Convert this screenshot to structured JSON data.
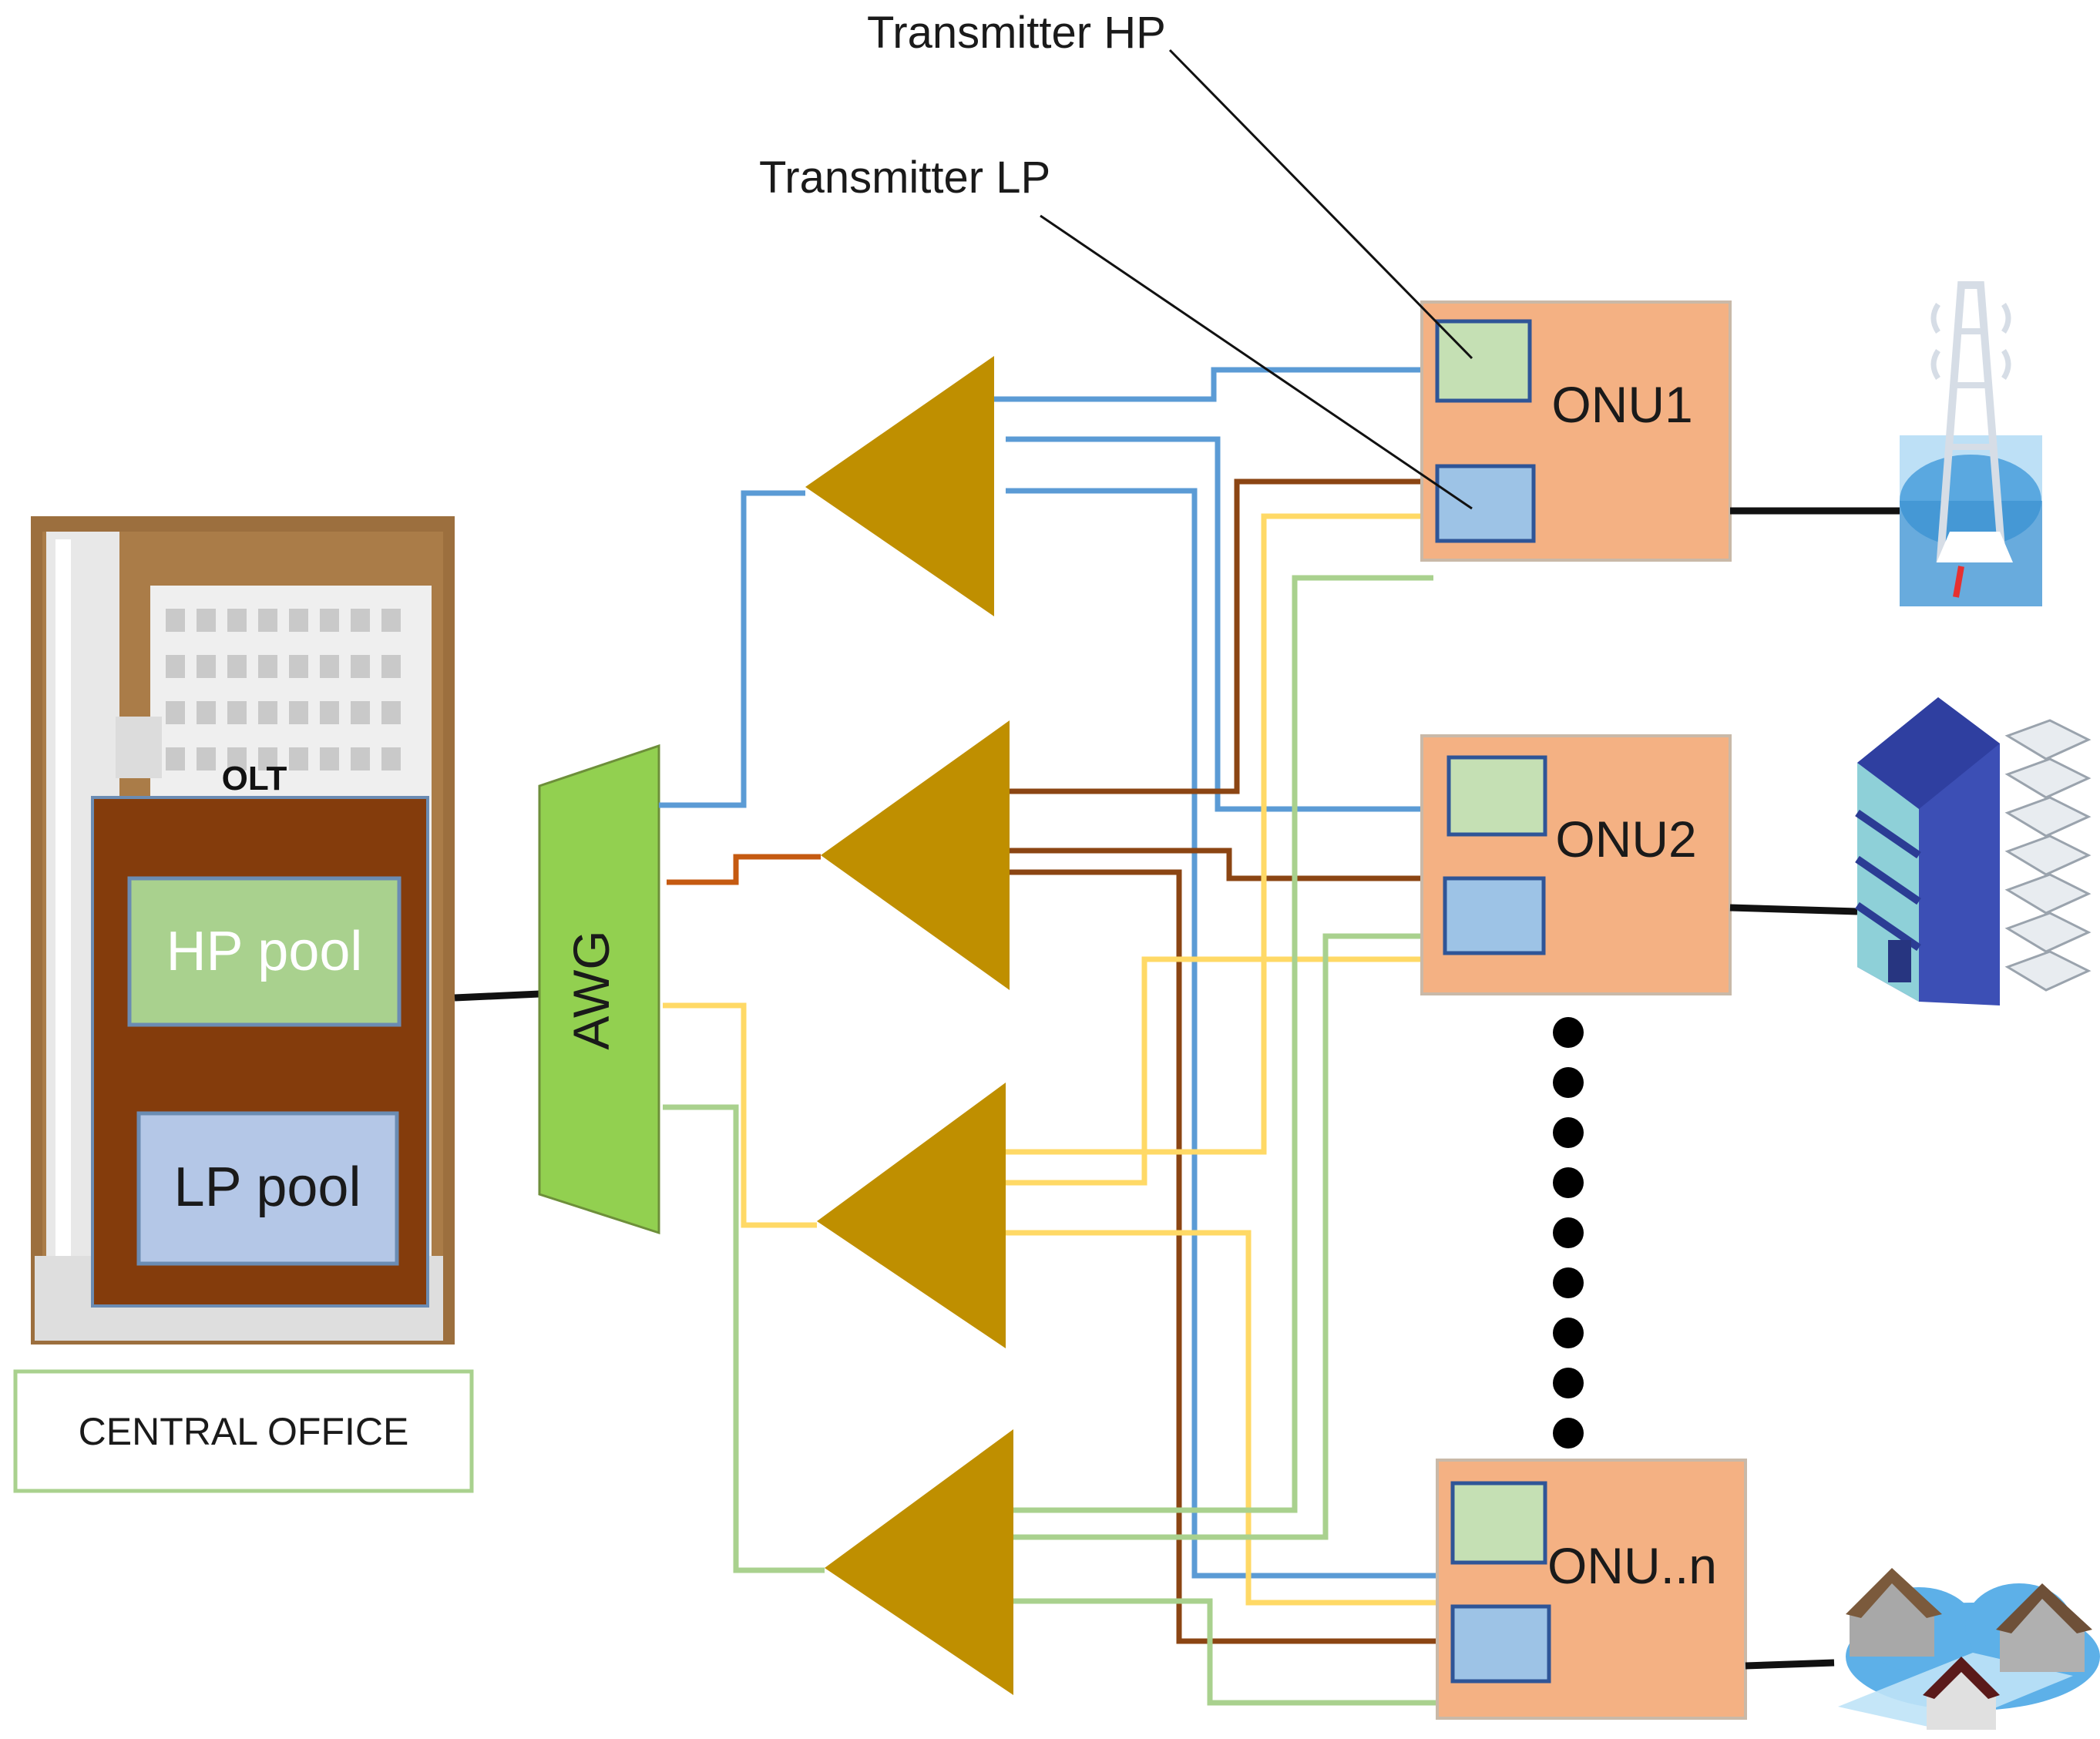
{
  "labels": {
    "transmitter_hp": "Transmitter HP",
    "transmitter_lp": "Transmitter LP",
    "olt": "OLT",
    "hp_pool": "HP pool",
    "lp_pool": "LP pool",
    "central_office": "CENTRAL OFFICE",
    "awg": "AWG"
  },
  "onus": [
    {
      "name": "ONU1"
    },
    {
      "name": "ONU2"
    },
    {
      "name": "ONU..n"
    }
  ],
  "icons": [
    "cell-tower-icon",
    "office-building-icon",
    "cloud-houses-icon"
  ],
  "colors": {
    "hp_line": "#5b9bd5",
    "lp_line": "#8b4513",
    "yellow_line": "#ffd966",
    "green_line": "#a9d18e",
    "awg": "#92d050",
    "amplifier": "#bf8f00",
    "onu": "#f4b183",
    "hp_tx": "#c5e0b4",
    "lp_tx": "#9dc3e6",
    "olt_body": "#843c0c"
  }
}
